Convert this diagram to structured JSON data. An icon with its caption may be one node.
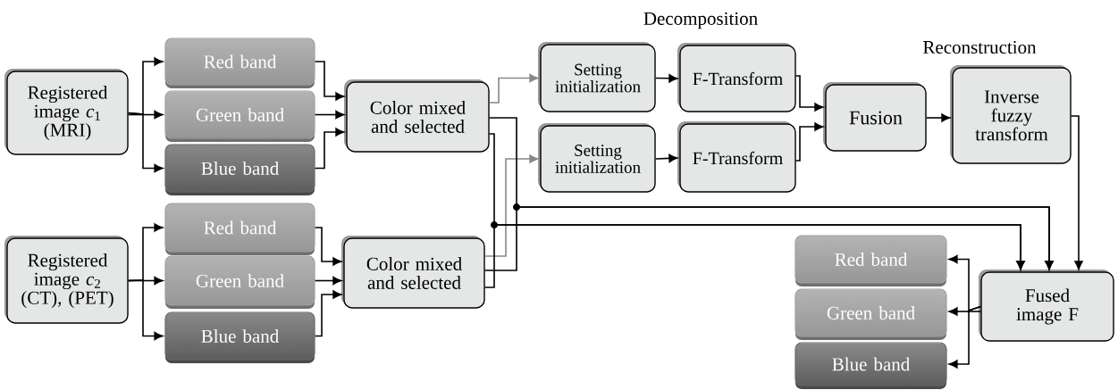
{
  "diagram": {
    "nodes": [
      {
        "text": [
          "Registered image *c*$_{1}$ (MRI)"
        ]
      },
      {
        "text": [
          "Red band"
        ]
      },
      {
        "text": [
          "Green band"
        ]
      },
      {
        "text": [
          "Blue band"
        ]
      },
      {
        "text": [
          "Color mixed and selected"
        ]
      },
      {
        "text": [
          "Registered image *c*$_{2}$ (CT), (PET)"
        ]
      },
      {
        "text": [
          "Red band"
        ]
      },
      {
        "text": [
          "Green band"
        ]
      },
      {
        "text": [
          "Blue band"
        ]
      },
      {
        "text": [
          "Color mixed and selected"
        ]
      },
      {
        "text": [
          "Setting initialization"
        ]
      },
      {
        "text": [
          "Setting initialization"
        ]
      },
      {
        "text": [
          "F-Transform"
        ]
      },
      {
        "text": [
          "F-Transform"
        ]
      },
      {
        "text": [
          "Fusion"
        ]
      },
      {
        "text": [
          "Inverse fuzzy transform"
        ]
      },
      {
        "text": [
          "Fused image F"
        ]
      },
      {
        "text": [
          "Red band"
        ]
      },
      {
        "text": [
          "Green band"
        ]
      },
      {
        "text": [
          "Blue band"
        ]
      }
    ],
    "edges": [
      {
        "from": 0,
        "to": 1,
        "arrow": "to"
      },
      {
        "from": 0,
        "to": 2,
        "arrow": "to"
      },
      {
        "from": 0,
        "to": 3,
        "arrow": "to"
      },
      {
        "from": 1,
        "to": 4,
        "arrow": "to"
      },
      {
        "from": 2,
        "to": 4,
        "arrow": "to"
      },
      {
        "from": 3,
        "to": 4,
        "arrow": "to"
      },
      {
        "from": 5,
        "to": 6,
        "arrow": "to"
      },
      {
        "from": 5,
        "to": 7,
        "arrow": "to"
      },
      {
        "from": 5,
        "to": 8,
        "arrow": "to"
      },
      {
        "from": 6,
        "to": 9,
        "arrow": "to"
      },
      {
        "from": 7,
        "to": 9,
        "arrow": "to"
      },
      {
        "from": 8,
        "to": 9,
        "arrow": "to"
      },
      {
        "from": 4,
        "to": 10,
        "arrow": "to",
        "color": "#888888"
      },
      {
        "from": 9,
        "to": 11,
        "arrow": "to",
        "color": "#888888"
      },
      {
        "from": 4,
        "to": 16,
        "arrow": "to"
      },
      {
        "from": 9,
        "to": 16,
        "arrow": "to"
      },
      {
        "from": 4,
        "to": 16,
        "arrow": "to"
      },
      {
        "from": 9,
        "to": 16,
        "arrow": "to"
      },
      {
        "from": 10,
        "to": 12,
        "arrow": "to"
      },
      {
        "from": 11,
        "to": 13,
        "arrow": "to"
      },
      {
        "from": 12,
        "to": 14,
        "arrow": "to"
      },
      {
        "from": 13,
        "to": 14,
        "arrow": "to"
      },
      {
        "from": 14,
        "to": 15,
        "arrow": "to"
      },
      {
        "from": 15,
        "to": 16,
        "arrow": "to"
      },
      {
        "from": 16,
        "to": 17,
        "arrow": "to"
      },
      {
        "from": 16,
        "to": 18,
        "arrow": "to"
      },
      {
        "from": 16,
        "to": 19,
        "arrow": "to"
      }
    ],
    "labels": [
      "Decomposition",
      "Reconstruction"
    ]
  }
}
